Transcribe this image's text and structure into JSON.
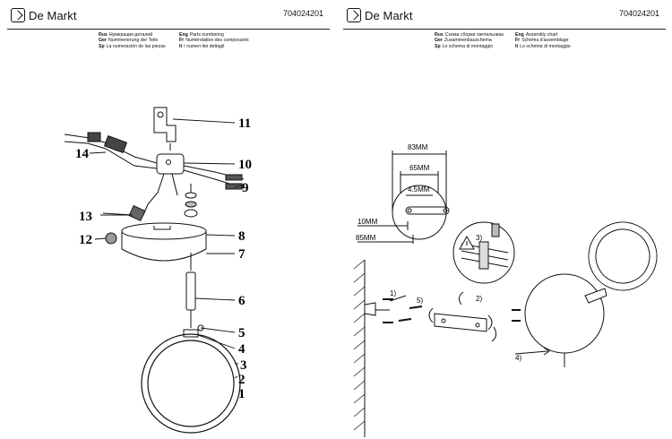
{
  "brand": "De Markt",
  "article_code": "704024201",
  "left_page": {
    "header": [
      {
        "lang": "Rus",
        "text": "Нумерация деталей"
      },
      {
        "lang": "Ger",
        "text": "Nummerierung der Teile"
      },
      {
        "lang": "Sp",
        "text": "La numeración de las piezas"
      },
      {
        "lang": "Eng",
        "text": "Parts numbering"
      },
      {
        "lang": "Fr",
        "text": "Numérotation des composants"
      },
      {
        "lang": "It",
        "text": "I numeri dei dettagli"
      }
    ],
    "part_numbers": [
      "1",
      "2",
      "3",
      "4",
      "5",
      "6",
      "7",
      "8",
      "9",
      "10",
      "11",
      "12",
      "13",
      "14"
    ]
  },
  "right_page": {
    "header": [
      {
        "lang": "Rus",
        "text": "Схема сборки светильника"
      },
      {
        "lang": "Ger",
        "text": "Zusammenbauschema"
      },
      {
        "lang": "Sp",
        "text": "Lo schema di montaggio"
      },
      {
        "lang": "Eng",
        "text": "Assembly chart"
      },
      {
        "lang": "Fr",
        "text": "Schéma d'assemblage"
      },
      {
        "lang": "It",
        "text": "Lo schema di montaggio"
      }
    ],
    "dimensions": {
      "outer": "83MM",
      "inner": "65MM",
      "hole_offset": "4.5MM",
      "depth": "10MM",
      "height": "85MM"
    },
    "steps": [
      "1)",
      "2)",
      "3)",
      "4)",
      "5)"
    ]
  }
}
